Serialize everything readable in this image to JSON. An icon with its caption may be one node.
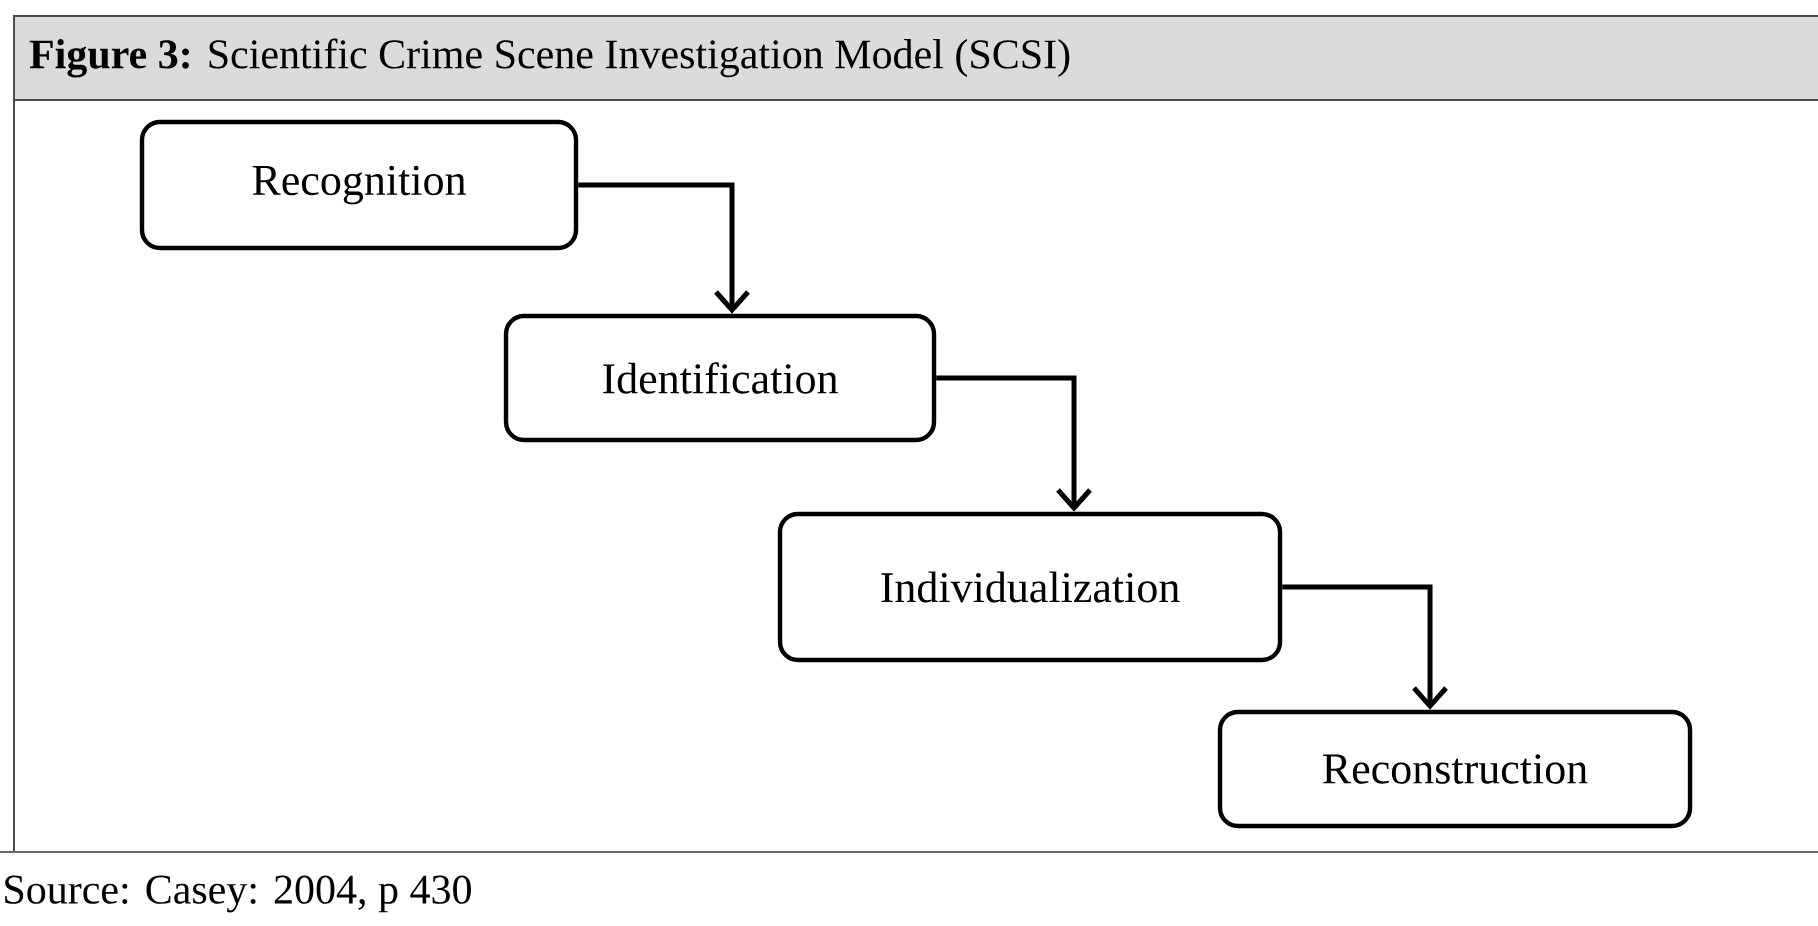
{
  "diagram": {
    "title": "**Figure 3:** Scientific Crime Scene Investigation Model (SCSI)",
    "caption": "Source: Casey: 2004, p 430",
    "nodes": [
      {
        "text": [
          "Recognition"
        ]
      },
      {
        "text": [
          "Identification"
        ]
      },
      {
        "text": [
          "Individualization"
        ]
      },
      {
        "text": [
          "Reconstruction"
        ]
      }
    ],
    "edges": [
      {
        "from": 0,
        "to": 1,
        "arrow": "to"
      },
      {
        "from": 1,
        "to": 2,
        "arrow": "to"
      },
      {
        "from": 2,
        "to": 3,
        "arrow": "to"
      }
    ]
  }
}
